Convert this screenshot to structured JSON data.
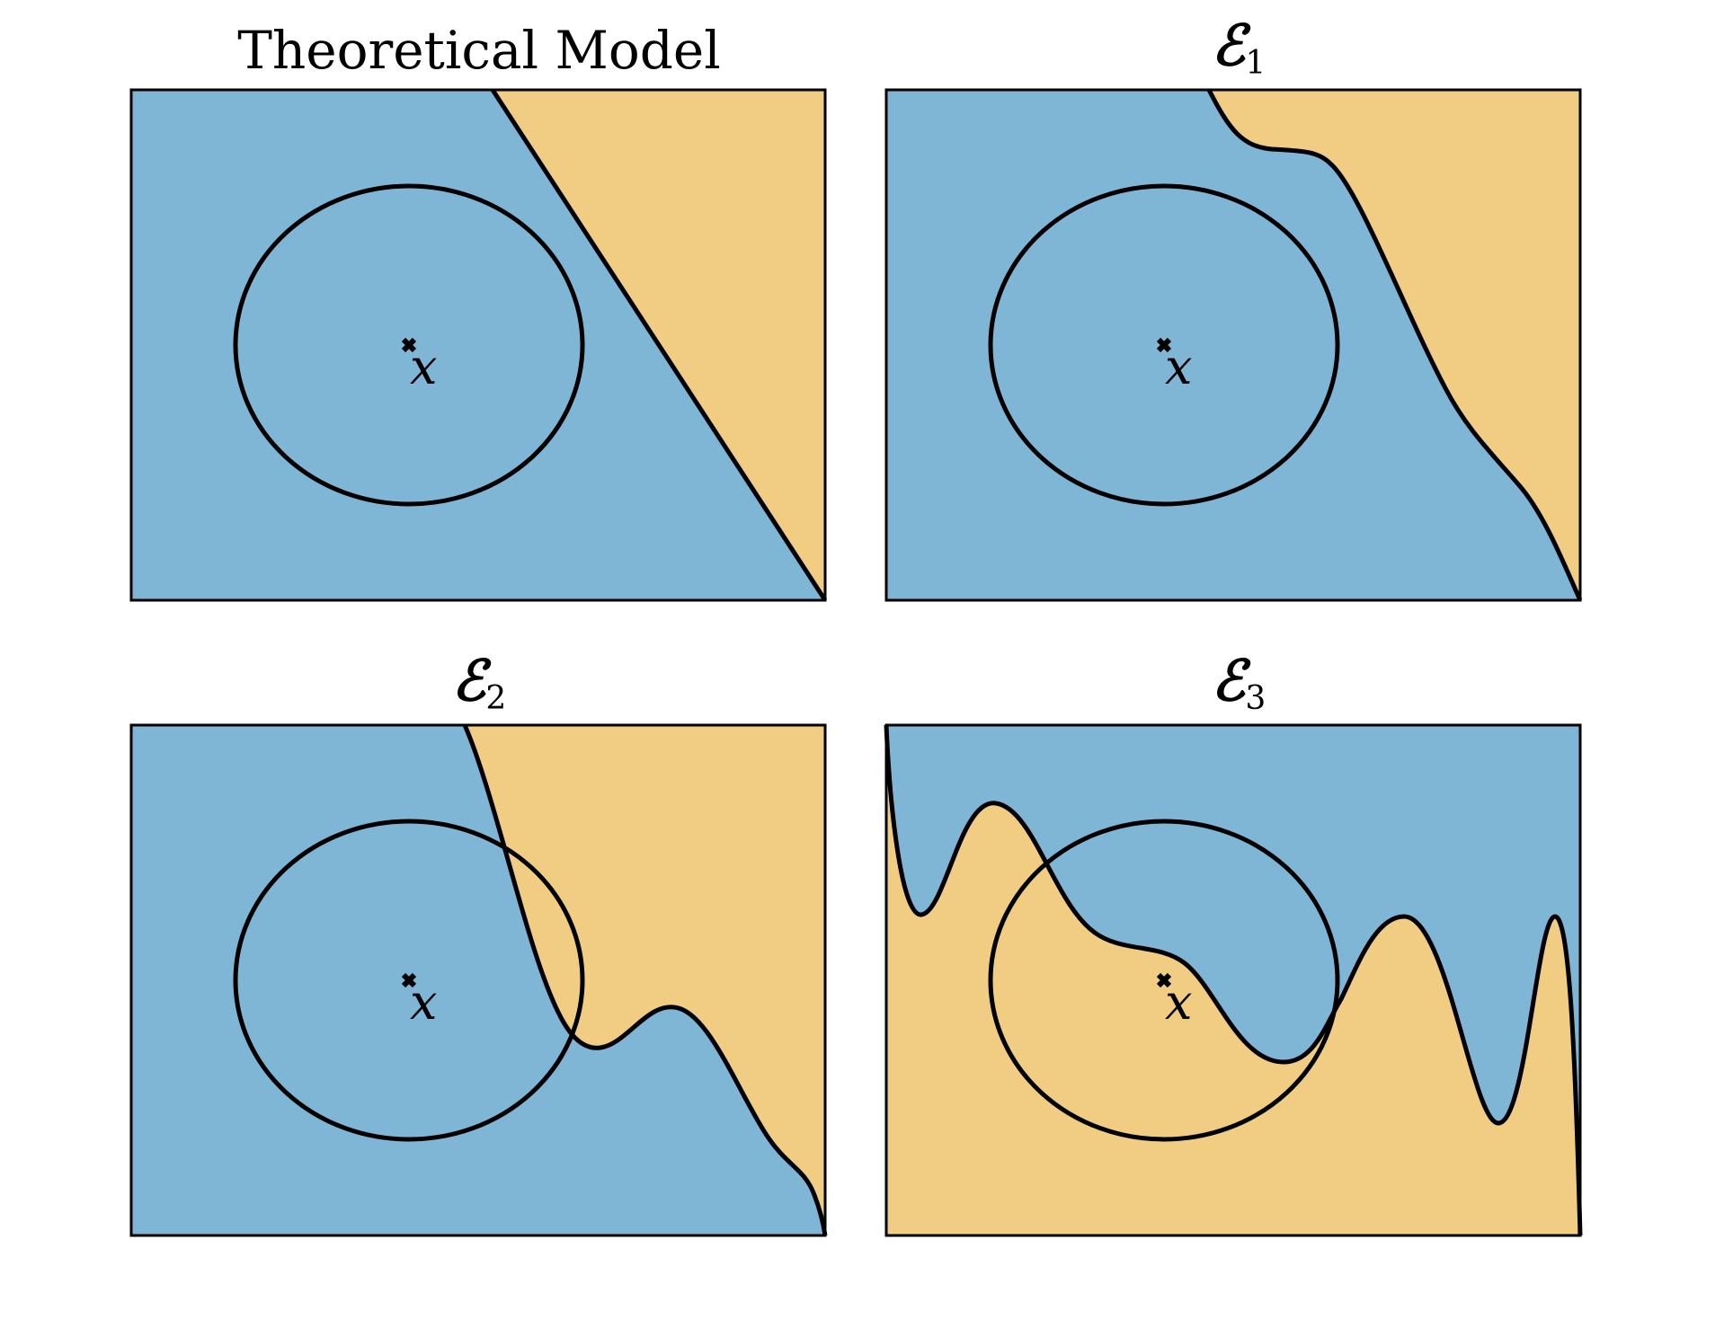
{
  "colors": {
    "region_a": "#7fb6d6",
    "region_b": "#f0cd82",
    "stroke": "#000000",
    "background": "#ffffff"
  },
  "panels": [
    {
      "id": "theoretical",
      "title": "Theoretical Model",
      "title_symbol": "",
      "title_subscript": "",
      "point_label": "x"
    },
    {
      "id": "e1",
      "title": "",
      "title_symbol": "ℰ",
      "title_subscript": "1",
      "point_label": "x"
    },
    {
      "id": "e2",
      "title": "",
      "title_symbol": "ℰ",
      "title_subscript": "2",
      "point_label": "x"
    },
    {
      "id": "e3",
      "title": "",
      "title_symbol": "ℰ",
      "title_subscript": "3",
      "point_label": "x"
    }
  ]
}
